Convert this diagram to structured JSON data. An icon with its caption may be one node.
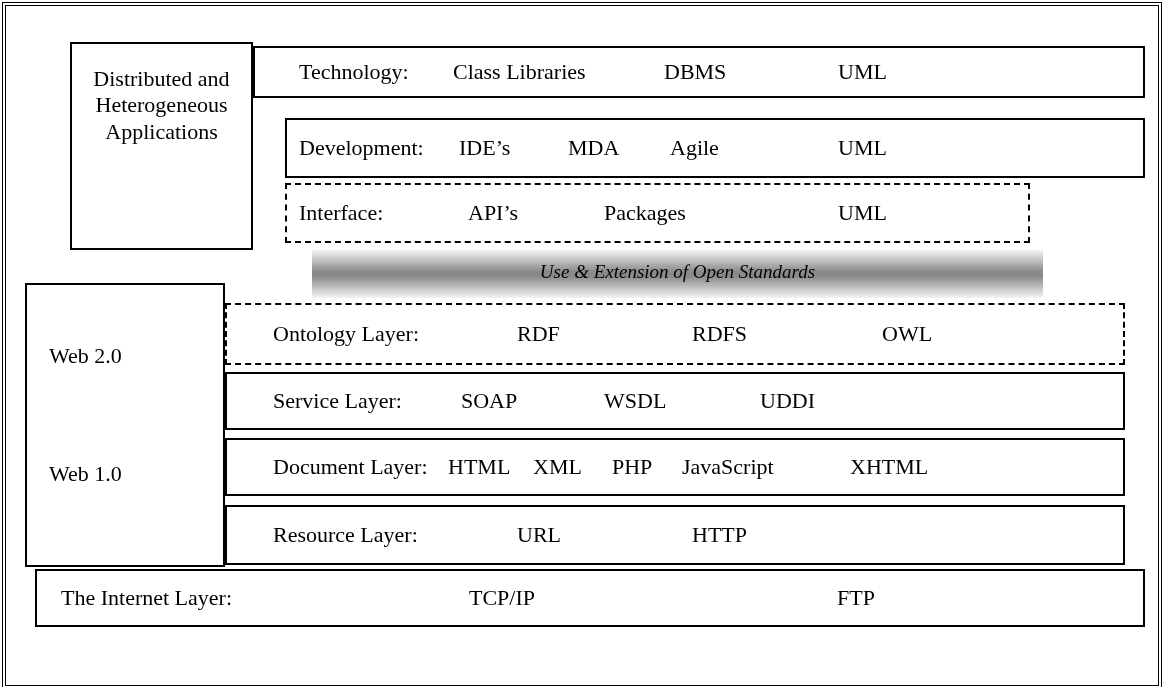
{
  "diagram": {
    "nodes": [
      {
        "text": [
          "Distributed and Heterogeneous Applications"
        ]
      },
      {
        "text": [
          "Technology:",
          "Class Libraries",
          "DBMS",
          "UML"
        ]
      },
      {
        "text": [
          "Development:",
          "IDE’s",
          "MDA",
          "Agile",
          "UML"
        ]
      },
      {
        "text": [
          "Interface:",
          "API’s",
          "Packages",
          "UML"
        ]
      },
      {
        "text": [
          "Use & Extension of Open Standards"
        ]
      },
      {
        "text": [
          "Web 2.0",
          "Web 1.0"
        ]
      },
      {
        "text": [
          "Ontology Layer:",
          "RDF",
          "RDFS",
          "OWL"
        ]
      },
      {
        "text": [
          "Service Layer:",
          "SOAP",
          "WSDL",
          "UDDI"
        ]
      },
      {
        "text": [
          "Document Layer:",
          "HTML",
          "XML",
          "PHP",
          "JavaScript",
          "XHTML"
        ]
      },
      {
        "text": [
          "Resource Layer:",
          "URL",
          "HTTP"
        ]
      },
      {
        "text": [
          "The Internet Layer:",
          "TCP/IP",
          "FTP"
        ]
      }
    ],
    "edges": []
  }
}
